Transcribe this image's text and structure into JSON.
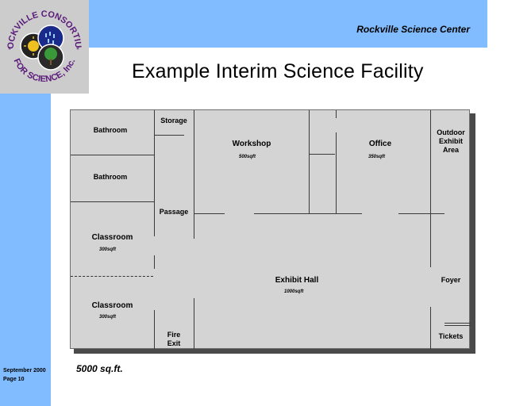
{
  "header": {
    "title": "Rockville Science Center"
  },
  "logo": {
    "text": "ROCKVILLE CONSORTIUM FOR SCIENCE, Inc."
  },
  "page": {
    "title": "Example Interim Science Facility"
  },
  "footer": {
    "date": "September 2000",
    "page": "Page 10"
  },
  "plan": {
    "total": "5000 sq.ft.",
    "rooms": {
      "bathroom1": "Bathroom",
      "bathroom2": "Bathroom",
      "storage": "Storage",
      "workshop": "Workshop",
      "workshop_area": "500sqft",
      "office": "Office",
      "office_area": "350sqft",
      "outdoor": "Outdoor\nExhibit\nArea",
      "passage": "Passage",
      "classroom1": "Classroom",
      "classroom1_area": "300sqft",
      "classroom2": "Classroom",
      "classroom2_area": "300sqft",
      "exhibit": "Exhibit Hall",
      "exhibit_area": "1000sqft",
      "foyer": "Foyer",
      "fire_exit": "Fire\nExit",
      "tickets": "Tickets"
    }
  },
  "colors": {
    "accent": "#80bcff",
    "plan_fill": "#d4d4d4"
  }
}
